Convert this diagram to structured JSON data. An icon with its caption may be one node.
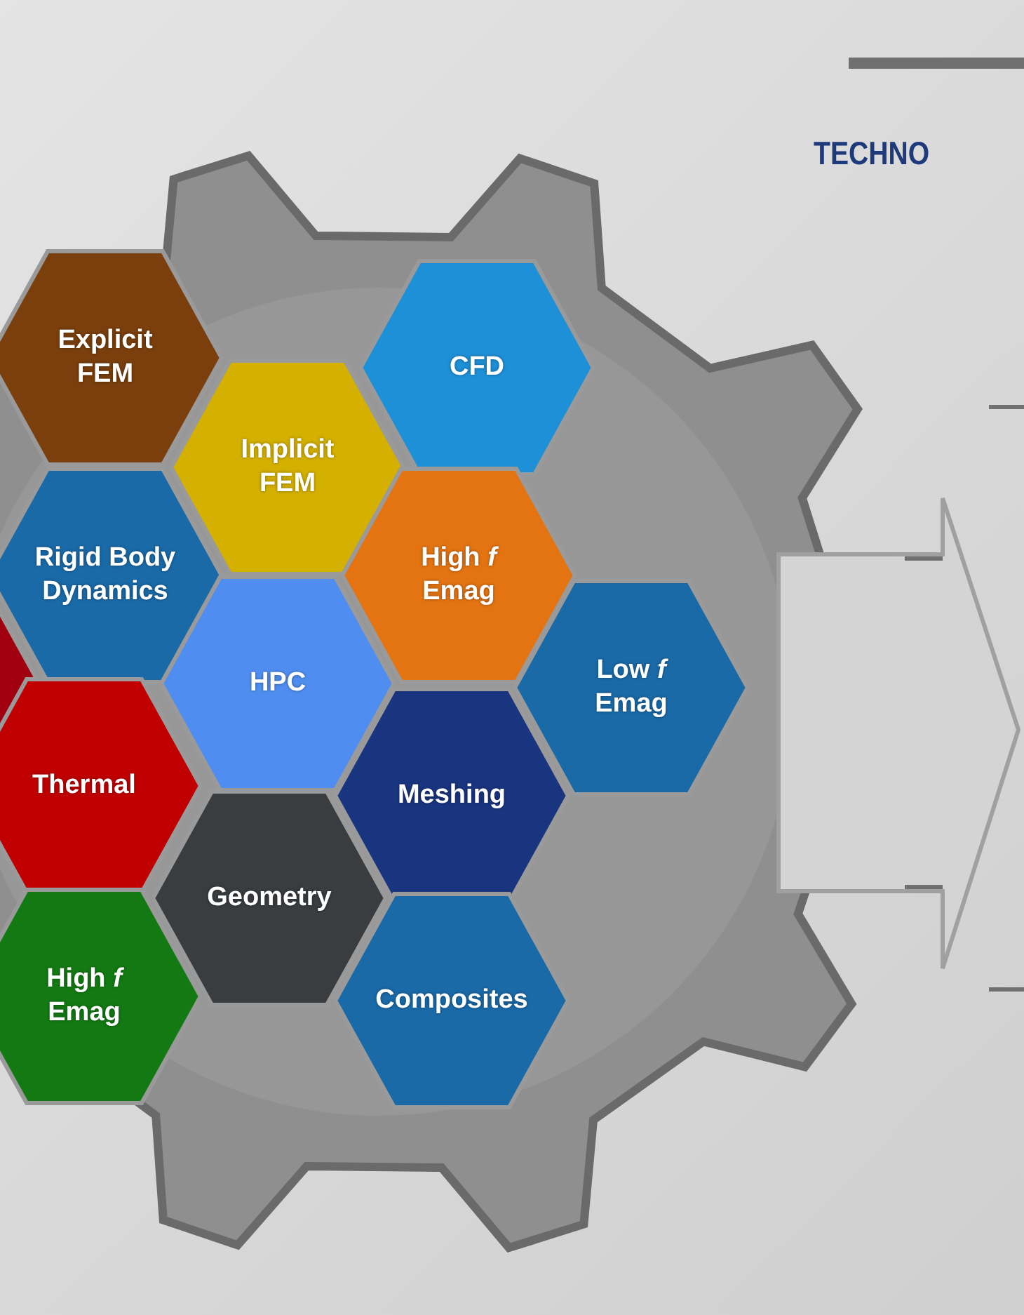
{
  "diagram": {
    "nodes": [
      {
        "text": [
          "Explicit FEM"
        ]
      },
      {
        "text": [
          "CFD"
        ]
      },
      {
        "text": [
          "Implicit FEM"
        ]
      },
      {
        "text": [],
        "shape": "hexagon"
      },
      {
        "text": [
          "Rigid Body Dynamics"
        ]
      },
      {
        "text": [
          "High *f* Emag"
        ]
      },
      {
        "text": [
          "HPC"
        ]
      },
      {
        "text": [
          "Low *f* Emag"
        ]
      },
      {
        "text": [
          "Thermal"
        ]
      },
      {
        "text": [
          "Meshing"
        ]
      },
      {
        "text": [
          "Geometry"
        ]
      },
      {
        "text": [
          "High *f* Emag"
        ]
      },
      {
        "text": [
          "Composites"
        ]
      }
    ],
    "edges": [],
    "labels": [
      "TECHNO"
    ]
  }
}
